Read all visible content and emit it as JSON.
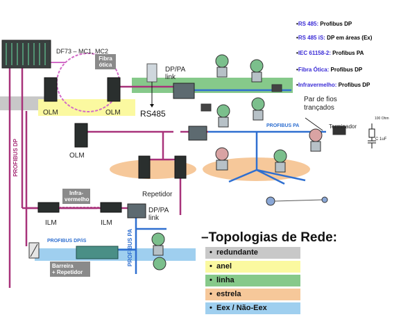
{
  "labels": {
    "controller": "DF73 – MC1, MC2",
    "fiber_optic": "Fibra\nótica",
    "olm1": "OLM",
    "olm2": "OLM",
    "olm3": "OLM",
    "dppa_link_top": "DP/PA\nlink",
    "rs485": "RS485",
    "wire_pair": "Par de fios\ntrançados",
    "terminator": "Terminador",
    "term_ohm": "100 Ohm",
    "term_cap": "C   1uF",
    "profibus_pa_h": "PROFIBUS PA",
    "profibus_dp_v": "PROFIBUS DP",
    "repeater": "Repetidor",
    "infrared": "Infra-\nvermelho",
    "ilm1": "ILM",
    "ilm2": "ILM",
    "dppa_link_bottom": "DP/PA\nlink",
    "profibus_dpis": "PROFIBUS DP/iS",
    "profibus_pa_v": "PROFIBUS PA",
    "barrier": "Barreira\n+ Repetidor"
  },
  "legend": [
    {
      "key": "RS 485:",
      "value": " Profibus DP"
    },
    {
      "key": "RS 485 iS:",
      "value": " DP em áreas (Ex)"
    },
    {
      "key": "IEC 61158-2:",
      "value": "  Profibus PA"
    },
    {
      "key": "Fibra Ótica:",
      "value": " Profibus DP"
    },
    {
      "key": "Infravermelho:",
      "value": " Profibus DP"
    }
  ],
  "topologies": {
    "title": "–Topologias de Rede:",
    "items": [
      {
        "label": "redundante",
        "color": "#c8c8c8"
      },
      {
        "label": "anel",
        "color": "#fbf9a0"
      },
      {
        "label": "linha",
        "color": "#86c98a"
      },
      {
        "label": "estrela",
        "color": "#f6c89a"
      },
      {
        "label": "Eex / Não-Eex",
        "color": "#9fcfef"
      }
    ]
  },
  "colors": {
    "dp_bus": "#a8327a",
    "pa_bus": "#2f6fd0",
    "fiber": "#d26bc7",
    "tag_bg": "#8a8a8a"
  }
}
